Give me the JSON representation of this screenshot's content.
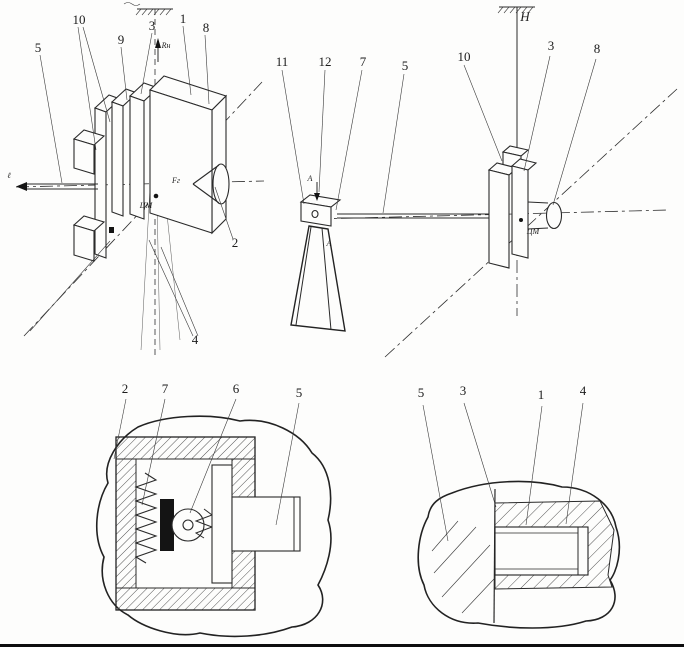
{
  "page": {
    "bg": "#fdfdfc",
    "ink": "#2a2a2a"
  },
  "fig1": {
    "labels": {
      "n5": "5",
      "n10": "10",
      "n9": "9",
      "n3": "3",
      "n1": "1",
      "n8": "8",
      "n2": "2",
      "n4": "4",
      "axis": "Rн",
      "cm": "ЦМ",
      "force": "Fг",
      "rod": "ℓ"
    }
  },
  "fig2": {
    "labels": {
      "n11": "11",
      "n12": "12",
      "n7": "7",
      "n5": "5",
      "n10": "10",
      "n3": "3",
      "n8": "8",
      "h": "H",
      "a_top": "A",
      "a_bottom": "A",
      "cm": "ЦМ"
    }
  },
  "fig3": {
    "labels": {
      "n2": "2",
      "n7": "7",
      "n6": "6",
      "n5": "5"
    }
  },
  "fig4": {
    "labels": {
      "n5": "5",
      "n3": "3",
      "n1": "1",
      "n4": "4"
    }
  }
}
